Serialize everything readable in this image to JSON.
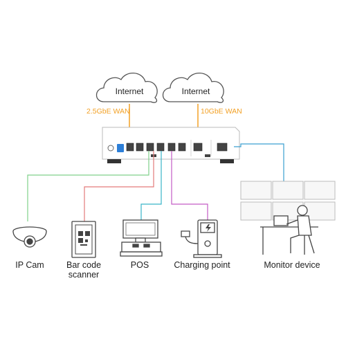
{
  "clouds": [
    {
      "label": "Internet"
    },
    {
      "label": "Internet"
    }
  ],
  "wan_labels": {
    "left": "2.5GbE WAN",
    "right": "10GbE WAN"
  },
  "devices": {
    "ip_cam": "IP Cam",
    "barcode_line1": "Bar code",
    "barcode_line2": "scanner",
    "pos": "POS",
    "charging_point": "Charging point",
    "monitor_device": "Monitor device"
  },
  "colors": {
    "wan": "#f2a024",
    "ip_cam_link": "#7fd08a",
    "barcode_link": "#e37a7a",
    "pos_link": "#37b3c7",
    "charging_link": "#c35bc5",
    "monitor_link": "#3a9fd0",
    "port_accent": "#2d7fd8"
  }
}
